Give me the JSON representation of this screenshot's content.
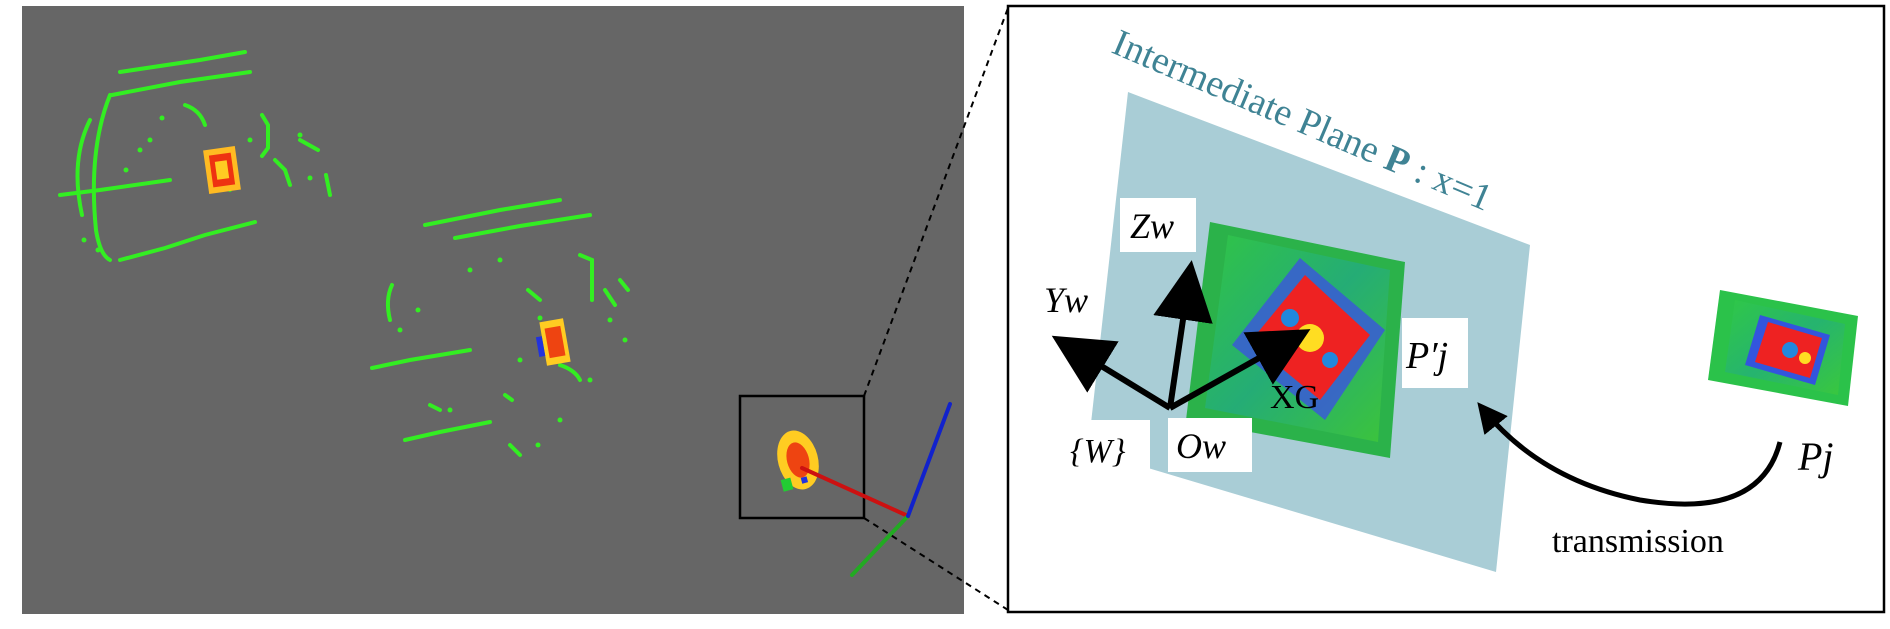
{
  "colors": {
    "viewport_bg": "#666666",
    "points": "#33ee22",
    "plane": "#a9cdd6",
    "plane_title": "#3f8394",
    "axis_x": "#cc1111",
    "axis_y": "#22aa22",
    "axis_z": "#1122cc"
  },
  "diagram": {
    "plane_title_main": "Intermediate Plane ",
    "plane_title_bold": "P",
    "plane_title_eq": " : x=1",
    "axis_z_label": "Zw",
    "axis_y_label": "Yw",
    "axis_x_label": "XG",
    "origin_label": "Ow",
    "frame_label": "{W}",
    "projected_label": "P′j",
    "source_label": "Pj",
    "arrow_label": "transmission"
  },
  "icons": {
    "origin_axes": "coordinate-frame-icon",
    "inset_marker": "zoom-box-icon"
  }
}
